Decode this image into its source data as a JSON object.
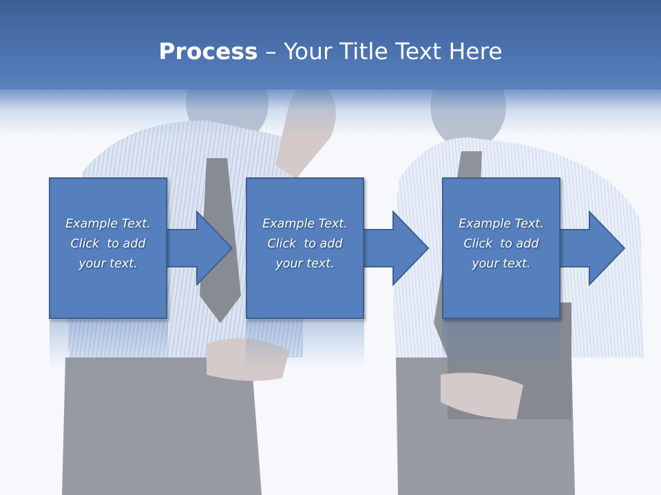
{
  "slide": {
    "title_bold": "Process",
    "title_rest": " – Your Title Text Here",
    "background_image": "two-businessmen-talking-photo"
  },
  "colors": {
    "header": "#4c73b0",
    "box_fill": "#5580bd",
    "box_border": "#3f5f8f",
    "text": "#ffffff"
  },
  "steps": [
    {
      "line1": "Example Text.",
      "line2": "Click  to add",
      "line3": "your text."
    },
    {
      "line1": "Example Text.",
      "line2": "Click  to add",
      "line3": "your text."
    },
    {
      "line1": "Example Text.",
      "line2": "Click  to add",
      "line3": "your text."
    }
  ],
  "icons": {
    "arrow": "right-arrow-icon"
  }
}
